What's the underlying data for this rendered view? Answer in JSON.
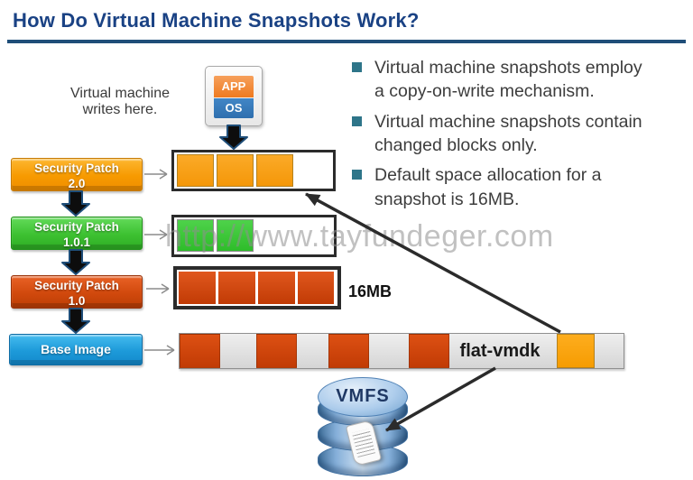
{
  "header": {
    "title": "How Do Virtual Machine Snapshots Work?"
  },
  "left_flow": {
    "writes_label": "Virtual machine\nwrites here.",
    "vm_icon": {
      "app": "APP",
      "os": "OS"
    },
    "layers": [
      {
        "line1": "Security Patch",
        "line2": "2.0",
        "color": "#F79A00"
      },
      {
        "line1": "Security Patch",
        "line2": "1.0.1",
        "color": "#3DC131"
      },
      {
        "line1": "Security Patch",
        "line2": "1.0",
        "color": "#D1490D"
      },
      {
        "line1": "Base Image",
        "line2": "",
        "color": "#1D9AD9"
      }
    ]
  },
  "strips": {
    "snapshot_2_0": {
      "filled_blocks": 3,
      "capacity": 4,
      "block_color": "#F9A11B"
    },
    "snapshot_1_0_1": {
      "filled_blocks": 2,
      "capacity": 4,
      "block_color": "#3CC83C"
    },
    "snapshot_1_0": {
      "filled_blocks": 4,
      "capacity": 4,
      "block_color": "#D1490D",
      "size_label": "16MB"
    },
    "flat_vmdk": {
      "label": "flat-vmdk",
      "red_blocks": 4,
      "orange_blocks": 1
    }
  },
  "bullets": [
    "Virtual machine snapshots employ\na copy-on-write mechanism.",
    "Virtual machine snapshots contain\nchanged blocks only.",
    "Default space allocation for a\nsnapshot is 16MB."
  ],
  "storage": {
    "label": "VMFS"
  },
  "watermark": "http://www.tayfundeger.com",
  "colors": {
    "title": "#1A4284",
    "rule": "#1F4E79",
    "bullet_square": "#2E7589",
    "orange": "#F9A11B",
    "green": "#3CC83C",
    "red": "#D1490D",
    "blue": "#1D9AD9",
    "vmfs_label": "#1F3864"
  }
}
